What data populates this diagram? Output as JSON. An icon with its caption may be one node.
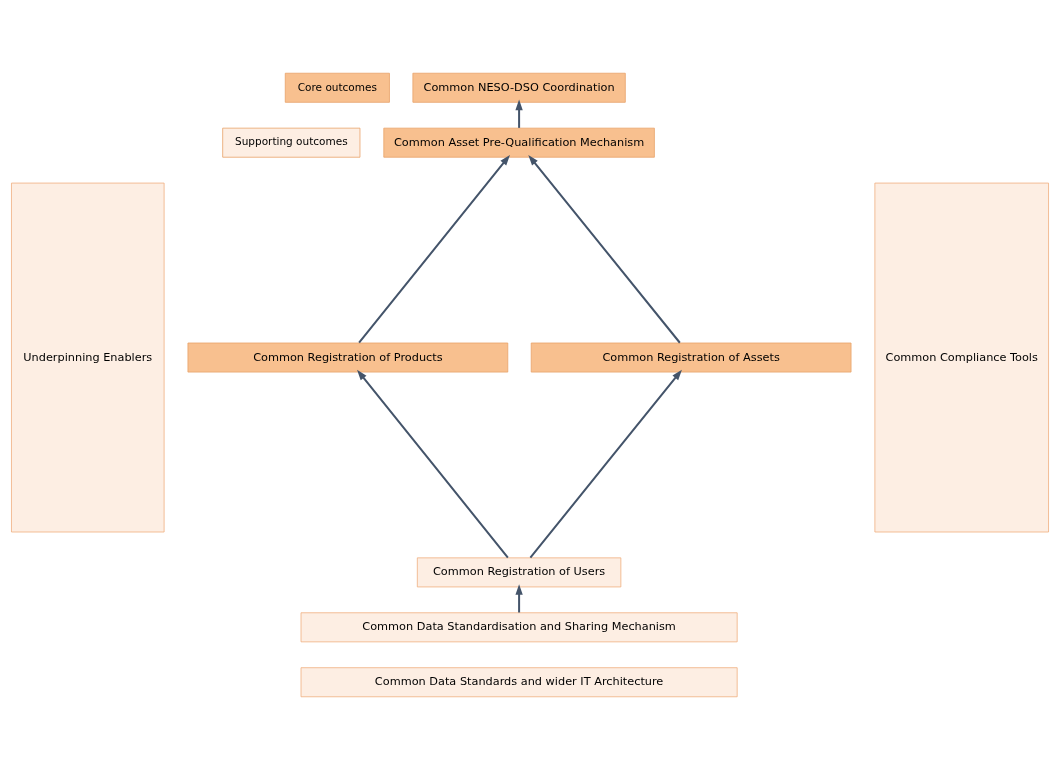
{
  "diagram": {
    "nodes": [
      {
        "text": [
          "Common NESO-DSO Coordination"
        ]
      },
      {
        "text": [
          "Common Asset Pre-Qualification Mechanism"
        ]
      },
      {
        "text": [
          "Common Registration of Products"
        ]
      },
      {
        "text": [
          "Common Registration of Assets"
        ]
      },
      {
        "text": [
          "Common Registration of Users"
        ]
      },
      {
        "text": [
          "Common Data Standardisation and Sharing Mechanism"
        ]
      },
      {
        "text": [
          "Common Data Standards and wider IT Architecture"
        ]
      },
      {
        "text": [
          "Underpinning Enablers"
        ]
      },
      {
        "text": [
          "Common Compliance Tools"
        ]
      }
    ],
    "edges": [
      {
        "from": 1,
        "to": 0,
        "arrow": "to"
      },
      {
        "from": 2,
        "to": 1,
        "arrow": "to"
      },
      {
        "from": 3,
        "to": 1,
        "arrow": "to"
      },
      {
        "from": 4,
        "to": 2,
        "arrow": "to"
      },
      {
        "from": 4,
        "to": 3,
        "arrow": "to"
      },
      {
        "from": 5,
        "to": 4,
        "arrow": "to"
      }
    ],
    "legend": [
      {
        "text": "Core outcomes",
        "color": "#f8c08f"
      },
      {
        "text": "Supporting outcomes",
        "color": "#fdeee3"
      }
    ]
  }
}
